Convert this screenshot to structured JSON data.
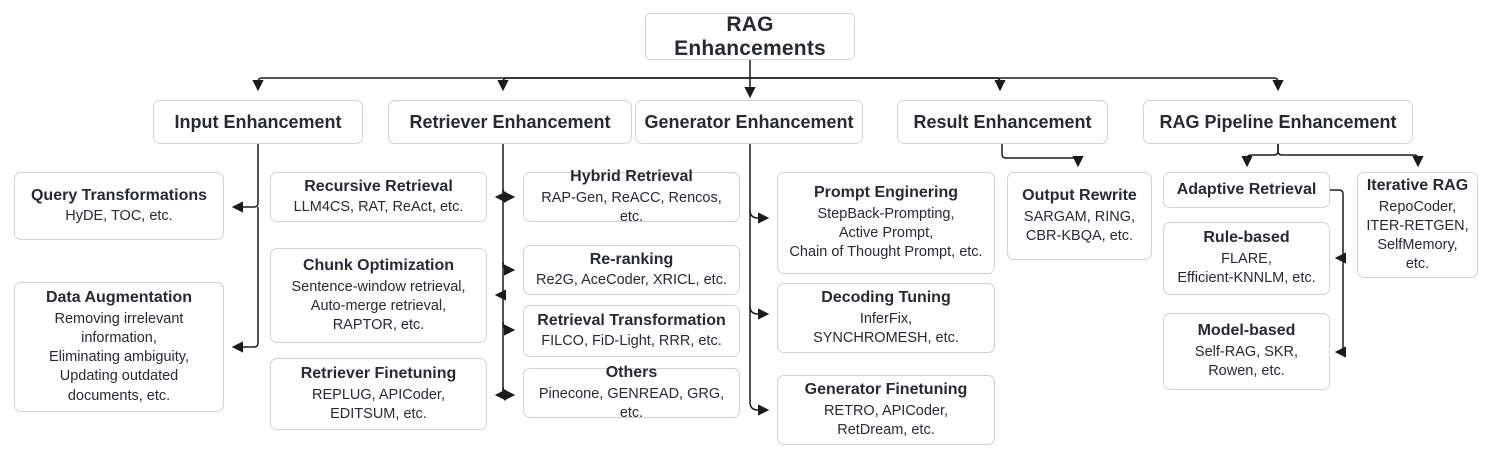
{
  "diagram": {
    "root": "RAG Enhancements",
    "branches": [
      {
        "label": "Input Enhancement",
        "children": [
          {
            "title": "Query Transformations",
            "sub": "HyDE, TOC, etc."
          },
          {
            "title": "Data Augmentation",
            "sub": [
              "Removing irrelevant",
              "information,",
              "Eliminating ambiguity,",
              "Updating outdated",
              "documents, etc."
            ]
          }
        ]
      },
      {
        "label": "Retriever Enhancement",
        "children": [
          {
            "title": "Recursive Retrieval",
            "sub": "LLM4CS, RAT, ReAct, etc."
          },
          {
            "title": "Chunk Optimization",
            "sub": [
              "Sentence-window retrieval,",
              "Auto-merge retrieval,",
              "RAPTOR, etc."
            ]
          },
          {
            "title": "Retriever Finetuning",
            "sub": [
              "REPLUG, APICoder,",
              "EDITSUM, etc."
            ]
          },
          {
            "title": "Hybrid Retrieval",
            "sub": "RAP-Gen, ReACC, Rencos, etc."
          },
          {
            "title": "Re-ranking",
            "sub": "Re2G, AceCoder, XRICL, etc."
          },
          {
            "title": "Retrieval Transformation",
            "sub": "FILCO, FiD-Light, RRR, etc."
          },
          {
            "title": "Others",
            "sub": "Pinecone, GENREAD, GRG, etc."
          }
        ]
      },
      {
        "label": "Generator Enhancement",
        "children": [
          {
            "title": "Prompt Enginering",
            "sub": [
              "StepBack-Prompting,",
              "Active Prompt,",
              "Chain of Thought Prompt, etc."
            ]
          },
          {
            "title": "Decoding Tuning",
            "sub": [
              "InferFix,",
              "SYNCHROMESH, etc."
            ]
          },
          {
            "title": "Generator Finetuning",
            "sub": [
              "RETRO, APICoder,",
              "RetDream, etc."
            ]
          }
        ]
      },
      {
        "label": "Result Enhancement",
        "children": [
          {
            "title": "Output Rewrite",
            "sub": [
              "SARGAM, RING,",
              "CBR-KBQA, etc."
            ]
          }
        ]
      },
      {
        "label": "RAG Pipeline Enhancement",
        "children": [
          {
            "title": "Adaptive Retrieval",
            "sub": ""
          },
          {
            "title": "Iterative RAG",
            "sub": [
              "RepoCoder,",
              "ITER-RETGEN,",
              "SelfMemory, etc."
            ]
          },
          {
            "title": "Rule-based",
            "sub": [
              "FLARE,",
              "Efficient-KNNLM, etc."
            ]
          },
          {
            "title": "Model-based",
            "sub": [
              "Self-RAG, SKR,",
              "Rowen, etc."
            ]
          }
        ]
      }
    ],
    "line_color": "#1b1b1b",
    "border_color": "#d3d3d3",
    "text_color": "#262b33"
  }
}
